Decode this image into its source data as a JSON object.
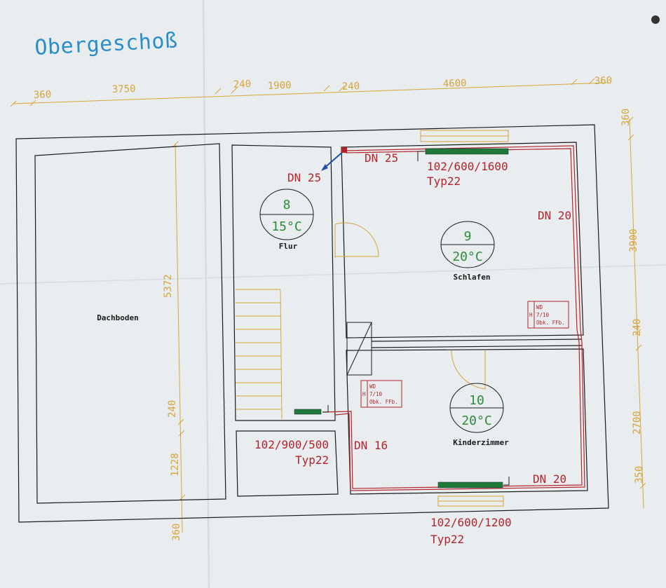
{
  "title": "Obergeschoß",
  "dimensions_top": [
    "360",
    "3750",
    "240",
    "1900",
    "240",
    "4600",
    "360"
  ],
  "dimensions_right": [
    "360",
    "3900",
    "240",
    "2700",
    "350"
  ],
  "dimensions_left": [
    "5372",
    "240",
    "1228",
    "360"
  ],
  "pipes": {
    "dn25_left": "DN 25",
    "dn25_top": "DN 25",
    "dn20_right": "DN 20",
    "dn16": "DN 16",
    "dn20_bottom": "DN 20"
  },
  "radiators": [
    {
      "size": "102/600/1600",
      "type": "Typ22"
    },
    {
      "size": "102/900/500",
      "type": "Typ22"
    },
    {
      "size": "102/600/1200",
      "type": "Typ22"
    }
  ],
  "rooms": [
    {
      "number": "8",
      "temp": "15°C",
      "name": "Flur"
    },
    {
      "number": "9",
      "temp": "20°C",
      "name": "Schlafen"
    },
    {
      "number": "10",
      "temp": "20°C",
      "name": "Kinderzimmer"
    },
    {
      "name": "Dachboden"
    }
  ],
  "windows": [
    {
      "h": "H",
      "wd": "WD",
      "size": "7/10",
      "level": "Obk. FFb."
    },
    {
      "h": "H",
      "wd": "WD",
      "size": "7/10",
      "level": "Obk. FFb."
    }
  ],
  "colors": {
    "paper": "#e9edef",
    "wall": "#1b1b1b",
    "pipe": "#b3242a",
    "dimension": "#d9a437",
    "radiator": "#1f7a3a",
    "title": "#2a8fc9",
    "room_temp": "#2e8b3a"
  }
}
